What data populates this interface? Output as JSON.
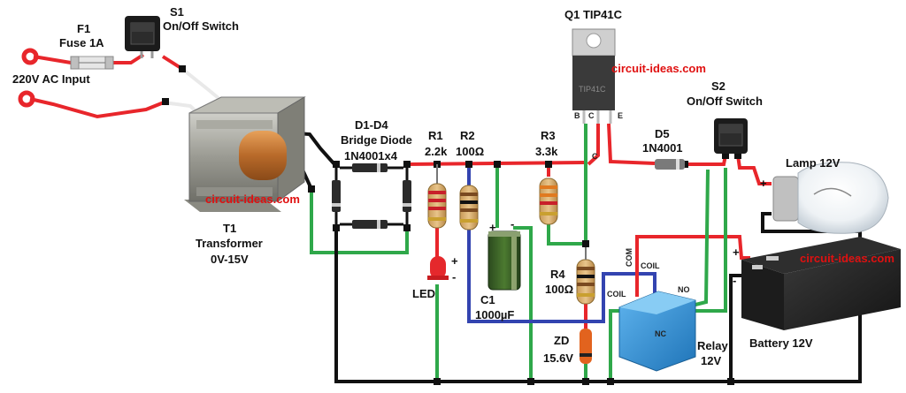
{
  "watermark": "circuit-ideas.com",
  "components": {
    "fuse": {
      "id": "F1",
      "name": "Fuse 1A"
    },
    "switch1": {
      "id": "S1",
      "name": "On/Off Switch"
    },
    "ac_input": "220V AC Input",
    "transformer": {
      "id": "T1",
      "name": "Transformer",
      "rating": "0V-15V"
    },
    "bridge": {
      "id": "D1-D4",
      "name": "Bridge Diode",
      "part": "1N4001x4"
    },
    "r1": {
      "id": "R1",
      "value": "2.2k"
    },
    "r2": {
      "id": "R2",
      "value": "100Ω"
    },
    "r3": {
      "id": "R3",
      "value": "3.3k"
    },
    "r4": {
      "id": "R4",
      "value": "100Ω"
    },
    "c1": {
      "id": "C1",
      "value": "1000µF"
    },
    "led": {
      "id": "LED"
    },
    "zd": {
      "id": "ZD",
      "value": "15.6V"
    },
    "q1": {
      "label": "Q1 TIP41C",
      "body_text": "TIP41C",
      "pins": [
        "B",
        "C",
        "E"
      ]
    },
    "d5": {
      "id": "D5",
      "part": "1N4001"
    },
    "switch2": {
      "id": "S2",
      "name": "On/Off Switch"
    },
    "lamp": {
      "name": "Lamp 12V"
    },
    "battery": {
      "name": "Battery 12V"
    },
    "relay": {
      "name": "Relay",
      "rating": "12V",
      "pins": {
        "com": "COM",
        "coil_a": "COIL",
        "coil_b": "COIL",
        "no": "NO",
        "nc": "NC"
      }
    }
  },
  "node_labels": {
    "collector": "C"
  },
  "polarity": {
    "plus": "+",
    "minus": "-"
  },
  "colors": {
    "red_wire": "#e8262b",
    "green_wire": "#2fa84a",
    "black_wire": "#111111",
    "blue_wire": "#3344b0",
    "watermark": "#e01010"
  }
}
